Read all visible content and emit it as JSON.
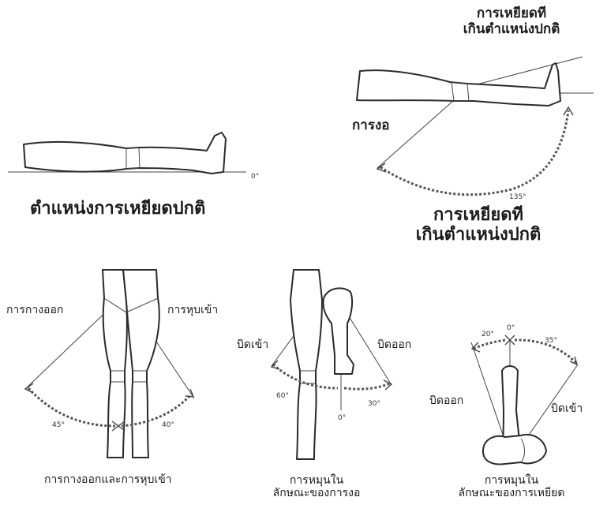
{
  "panel_normal": {
    "caption": "ตำแหน่งการเหยียดปกติ",
    "angle": "0°"
  },
  "panel_knee_flex": {
    "hyperextension_top": [
      "การเหยียดที",
      "เกินตำแหน่งปกติ"
    ],
    "flexion_label": "การงอ",
    "angle": "135°",
    "hyperextension_bottom": [
      "การเหยียดที",
      "เกินตำแหน่งปกติ"
    ]
  },
  "panel_abduction": {
    "abduction_label": "การกางออก",
    "adduction_label": "การหุบเข้า",
    "abduction_angle": "45°",
    "adduction_angle": "40°",
    "caption": "การกางออกและการหุบเข้า"
  },
  "panel_rotation_flexed": {
    "internal_label": "บิดเข้า",
    "external_label": "บิดออก",
    "internal_angle": "60°",
    "external_angle": "30°",
    "zero_angle": "0°",
    "caption": [
      "การหมุนใน",
      "ลักษณะของการงอ"
    ]
  },
  "panel_rotation_extended": {
    "external_label": "บิดออก",
    "internal_label": "บิดเข้า",
    "external_angle": "20°",
    "zero_angle": "0°",
    "internal_angle": "35°",
    "caption": [
      "การหมุนใน",
      "ลักษณะของการเหยียด"
    ]
  }
}
